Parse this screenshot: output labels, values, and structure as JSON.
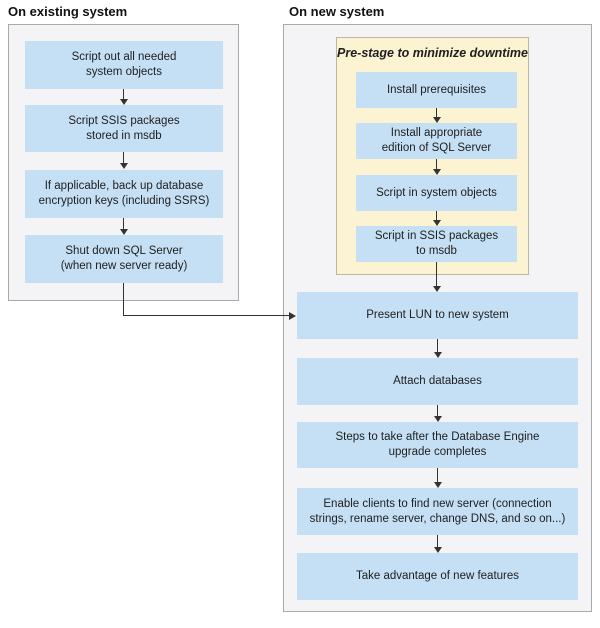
{
  "colors": {
    "box_fill": "#C5E0F5",
    "panel_fill": "#F4F4F6",
    "panel_border": "#A9A9A9",
    "prestage_fill": "#FBF3D2",
    "prestage_border": "#BBB69F",
    "arrow": "#333333",
    "text": "#1E1E1E"
  },
  "existing_system": {
    "title": "On existing system",
    "steps": [
      "Script out all needed\nsystem objects",
      "Script SSIS packages\nstored in msdb",
      "If applicable, back up database\nencryption keys (including SSRS)",
      "Shut down SQL Server\n(when new server ready)"
    ]
  },
  "new_system": {
    "title": "On new system",
    "prestage": {
      "title": "Pre-stage to minimize downtime",
      "steps": [
        "Install prerequisites",
        "Install appropriate\nedition of SQL Server",
        "Script in system objects",
        "Script in SSIS packages\nto msdb"
      ]
    },
    "steps": [
      "Present LUN to new system",
      "Attach databases",
      "Steps to take after the Database Engine\nupgrade completes",
      "Enable clients to find new server (connection\nstrings, rename server, change DNS, and so on...)",
      "Take advantage of new features"
    ]
  }
}
